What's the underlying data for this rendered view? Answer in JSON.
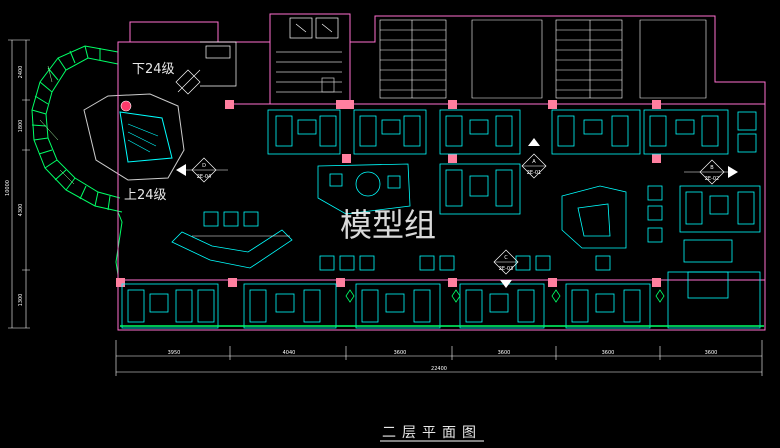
{
  "drawing": {
    "caption": "二层平面图",
    "watermark": "模型组",
    "stair_down": "下24级",
    "stair_up": "上24级",
    "left_dimensions": [
      "2400",
      "1800",
      "4300",
      "1300"
    ],
    "left_total": "10000",
    "bottom_dimensions": [
      "3950",
      "4040",
      "3600",
      "3600",
      "3600",
      "3600"
    ],
    "bottom_total": "22400",
    "section_markers": [
      {
        "letter": "D",
        "code": "2E-04"
      },
      {
        "letter": "A",
        "code": "2E-01"
      },
      {
        "letter": "B",
        "code": "2E-02"
      },
      {
        "letter": "C",
        "code": "2E-03"
      }
    ],
    "colors": {
      "background": "#000000",
      "wall": "#ff6fd0",
      "furniture": "#00ffff",
      "stair": "#00ff66",
      "column": "#ff7f9f",
      "text": "#ffffff"
    }
  }
}
